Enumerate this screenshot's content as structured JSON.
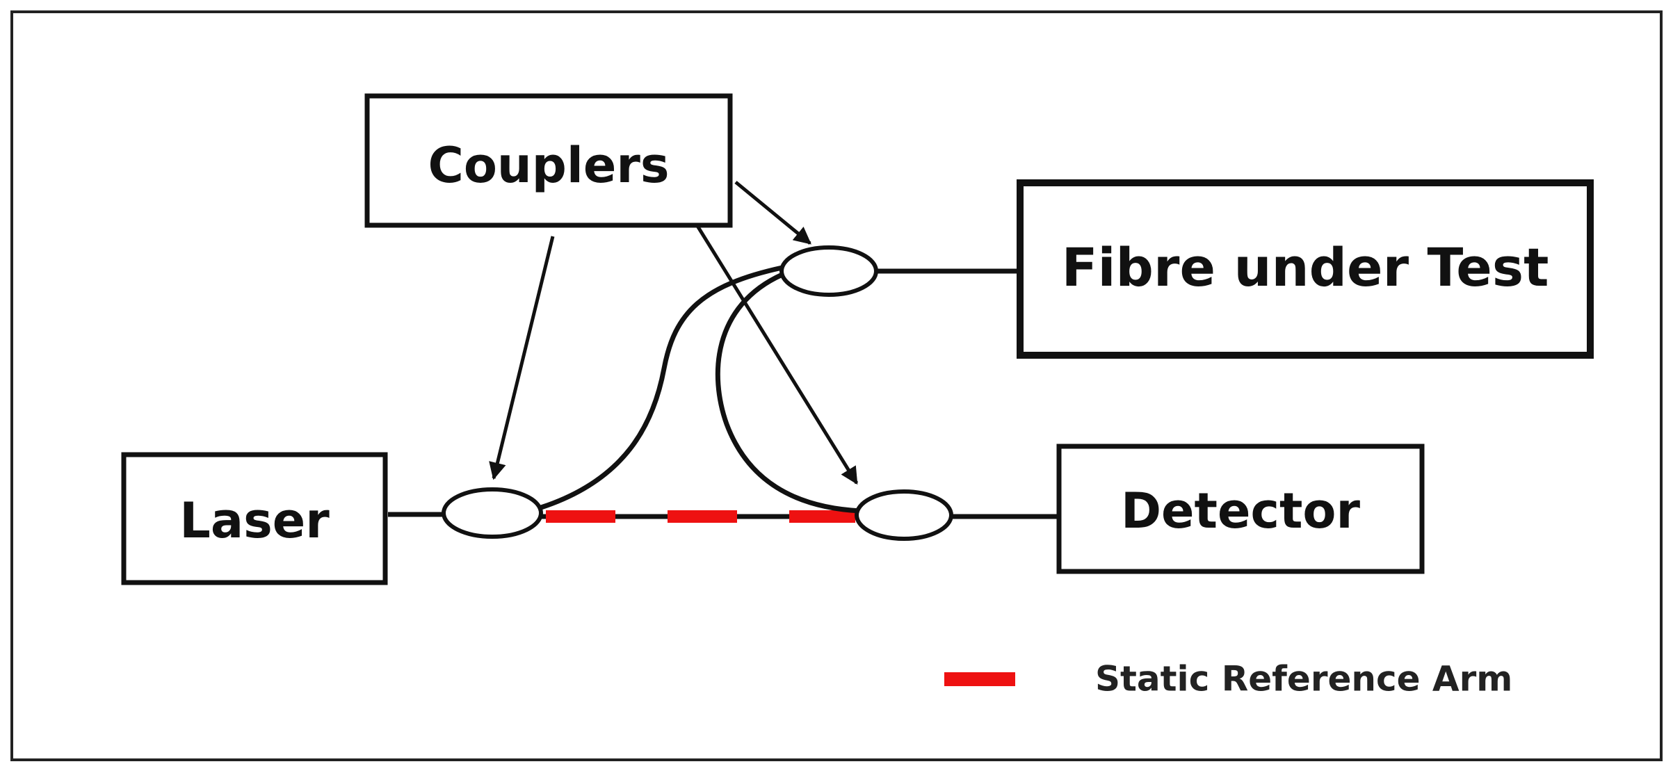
{
  "labels": {
    "couplers": "Couplers",
    "fibre_under_test": "Fibre under Test",
    "laser": "Laser",
    "detector": "Detector"
  },
  "legend": {
    "static_reference_arm": "Static Reference Arm"
  },
  "colors": {
    "reference_arm": "#ee1111",
    "line": "#111111",
    "frame": "#222222"
  }
}
